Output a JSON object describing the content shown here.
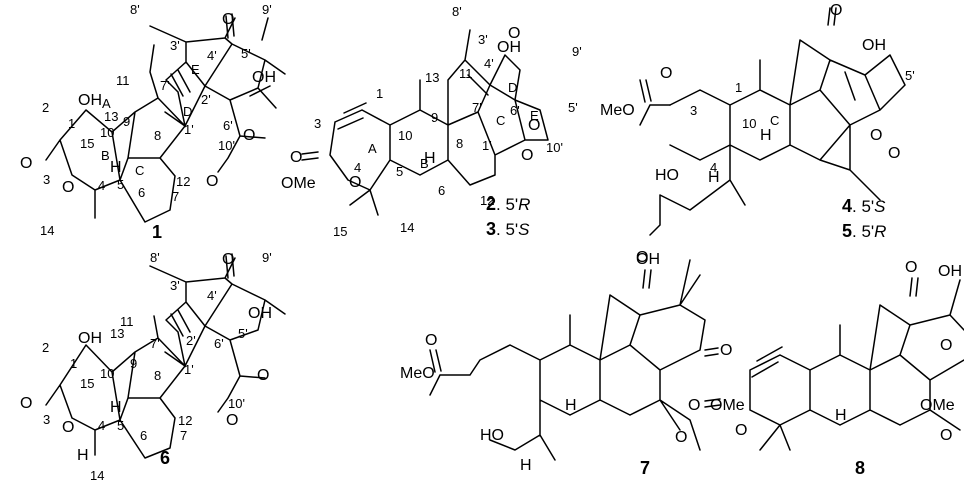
{
  "compounds": [
    {
      "id": "1",
      "ring_labels": [
        "A",
        "B",
        "C",
        "D",
        "E"
      ],
      "numbering": [
        "1",
        "2",
        "3",
        "4",
        "5",
        "6",
        "7",
        "8",
        "9",
        "10",
        "11",
        "12",
        "13",
        "14",
        "15",
        "1'",
        "2'",
        "3'",
        "4'",
        "5'",
        "6'",
        "7'",
        "8'",
        "9'",
        "10'"
      ],
      "atoms": [
        "OH",
        "OH",
        "O",
        "O",
        "O",
        "O",
        "O",
        "OMe",
        "H"
      ]
    },
    {
      "id": "2",
      "config": "5'R",
      "ring_labels": [
        "A",
        "B",
        "C",
        "D",
        "E"
      ],
      "numbering": [
        "1",
        "3",
        "4",
        "5",
        "6",
        "8",
        "9",
        "10",
        "11",
        "12",
        "13",
        "14",
        "15",
        "1'",
        "3'",
        "4'",
        "5'",
        "6'",
        "7'",
        "8'",
        "9'",
        "10'"
      ],
      "atoms": [
        "OH",
        "O",
        "O",
        "O",
        "O",
        "O",
        "H"
      ]
    },
    {
      "id": "3",
      "config": "5'S"
    },
    {
      "id": "4",
      "config": "5'S",
      "ring_labels": [
        "C"
      ],
      "numbering": [
        "1",
        "3",
        "4",
        "10",
        "5'"
      ],
      "atoms": [
        "OH",
        "MeO",
        "O",
        "O",
        "O",
        "O",
        "HO",
        "H",
        "H"
      ]
    },
    {
      "id": "5",
      "config": "5'R"
    },
    {
      "id": "6",
      "numbering": [
        "1",
        "2",
        "3",
        "4",
        "5",
        "6",
        "7",
        "8",
        "9",
        "10",
        "11",
        "12",
        "13",
        "14",
        "15",
        "1'",
        "2'",
        "3'",
        "4'",
        "5'",
        "6'",
        "7'",
        "8'",
        "9'",
        "10'"
      ],
      "atoms": [
        "OH",
        "OH",
        "O",
        "O",
        "O",
        "O",
        "O",
        "H",
        "H"
      ]
    },
    {
      "id": "7",
      "atoms": [
        "OH",
        "O",
        "O",
        "O",
        "OMe",
        "MeO",
        "O",
        "HO",
        "H",
        "H"
      ]
    },
    {
      "id": "8",
      "atoms": [
        "OH",
        "O",
        "O",
        "O",
        "OMe",
        "O",
        "O",
        "H"
      ]
    }
  ]
}
